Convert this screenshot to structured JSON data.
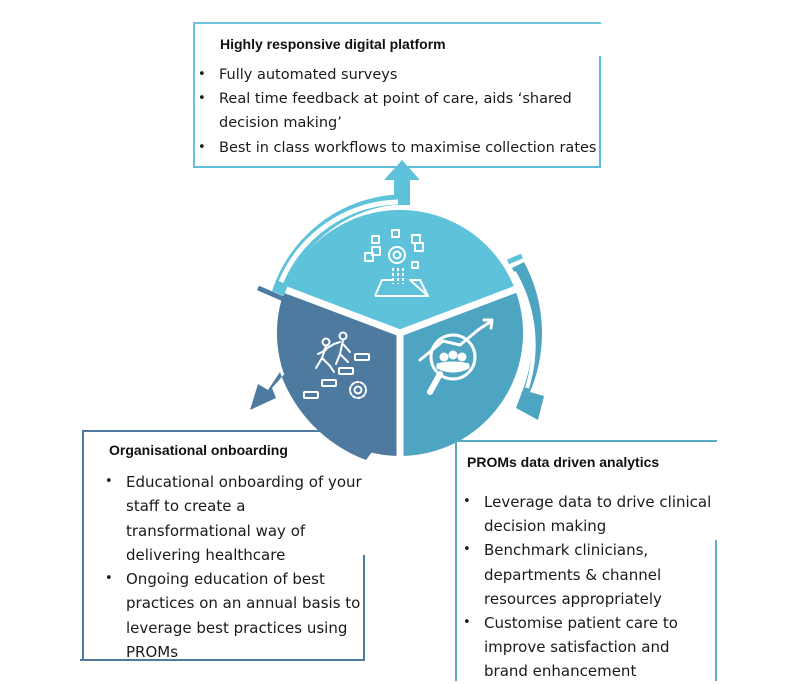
{
  "colors": {
    "segment_top": "#5ec2da",
    "segment_left": "#4f7aa0",
    "segment_right": "#4da5c1",
    "arrow_top": "#5ec2da",
    "arrow_left": "#4f7aa0",
    "arrow_right": "#4da5c1",
    "divider": "#ffffff"
  },
  "sections": {
    "top": {
      "title": "Highly responsive  digital platform",
      "icon": "digital-platform-icon",
      "bullets": [
        "Fully automated surveys",
        "Real time feedback at point of care, aids ‘shared decision making’",
        "Best in class workflows to maximise collection rates"
      ]
    },
    "left": {
      "title": "Organisational onboarding",
      "icon": "climbing-stairs-teamwork-icon",
      "bullets": [
        "Educational onboarding of your staff to create a transformational way of delivering healthcare",
        " Ongoing education of best practices on an annual basis to leverage best practices using PROMs"
      ]
    },
    "right": {
      "title": "PROMs data driven analytics",
      "icon": "magnifier-analytics-icon",
      "bullets": [
        " Leverage data to drive clinical decision making",
        "Benchmark clinicians, departments & channel resources appropriately",
        "Customise patient care to improve satisfaction and brand enhancement"
      ]
    }
  }
}
